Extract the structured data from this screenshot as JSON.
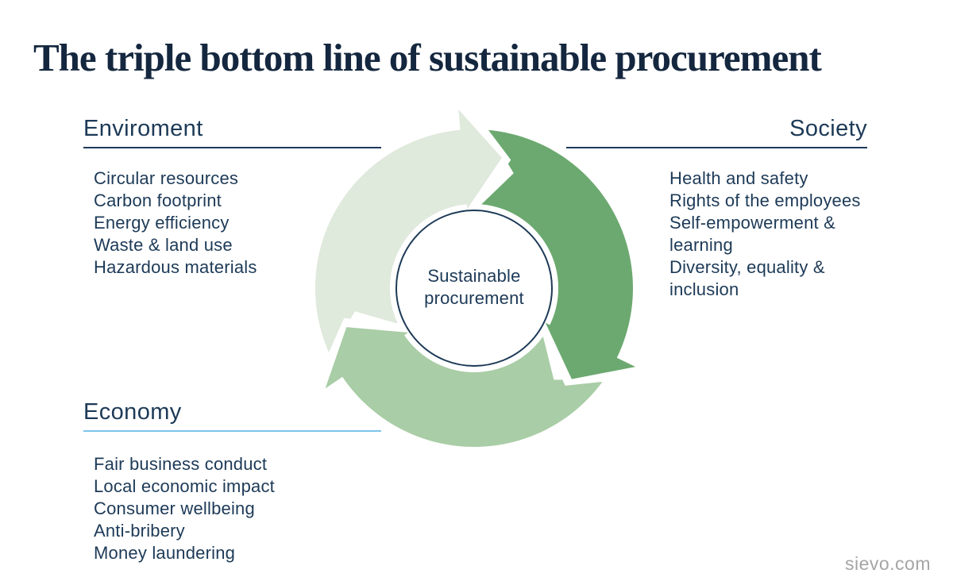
{
  "title": "The triple bottom line of sustainable procurement",
  "sections": {
    "environment": {
      "heading": "Enviroment",
      "underline_color": "#1e3a5a",
      "items": [
        "Circular resources",
        "Carbon footprint",
        "Energy efficiency",
        "Waste & land use",
        "Hazardous materials"
      ]
    },
    "society": {
      "heading": "Society",
      "underline_color": "#1e3a5a",
      "items": [
        "Health and safety",
        "Rights of the employees",
        "Self-empowerment & learning",
        "Diversity, equality & inclusion"
      ]
    },
    "economy": {
      "heading": "Economy",
      "underline_color": "#7ec3ea",
      "items": [
        "Fair business conduct",
        "Local economic impact",
        "Consumer wellbeing",
        "Anti-bribery",
        "Money laundering"
      ]
    }
  },
  "diagram": {
    "center_label": {
      "line1": "Sustainable",
      "line2": "procurement"
    }
  },
  "footer": {
    "site": "sievo.com"
  },
  "colors": {
    "title": "#14273f",
    "navy_text": "#1d3a57",
    "circle_border": "#1d3a57",
    "arc_environment": "#dfe9dc",
    "arc_society": "#6ca970",
    "arc_economy": "#a9cda6",
    "economy_underline": "#7ec3ea",
    "footer_gray": "#a5a5a5"
  }
}
